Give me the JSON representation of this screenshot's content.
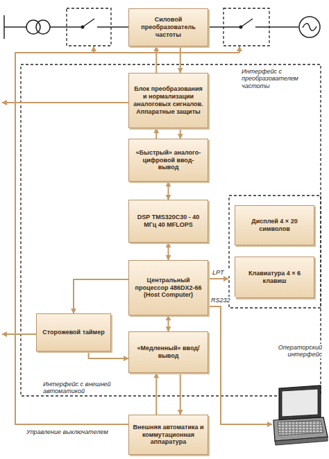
{
  "diagram": {
    "nodes": [
      {
        "text": [
          "Силовой преобразователь частоты"
        ]
      },
      {
        "text": [
          "Блок преобразования и нормализации аналоговых сигналов. Аппаратные защиты"
        ]
      },
      {
        "text": [
          "«Быстрый» аналого-цифровой ввод-вывод"
        ]
      },
      {
        "text": [
          "DSP TMS320C30 - 40 МГц 40 MFLOPS"
        ]
      },
      {
        "text": [
          "Дисплей 4 × 20 символов"
        ]
      },
      {
        "text": [
          "Клавиатура 4 × 6 клавиш"
        ]
      },
      {
        "text": [
          "Центральный процессор 486DX2-66 (Host Computer)"
        ]
      },
      {
        "text": [
          "Сторожевой таймер"
        ]
      },
      {
        "text": [
          "«Медленный» ввод/вывод"
        ]
      },
      {
        "text": [
          "Внешняя автоматика и коммутационная аппаратура"
        ]
      }
    ],
    "edges": [
      {
        "from": 1,
        "to": 0,
        "arrow": "to"
      },
      {
        "from": 0,
        "to": 1,
        "arrow": "to"
      },
      {
        "from": 2,
        "to": 1,
        "arrow": "to"
      },
      {
        "from": 1,
        "to": 2,
        "arrow": "to"
      },
      {
        "from": 2,
        "to": 3,
        "arrow": "both"
      },
      {
        "from": 3,
        "to": 6,
        "arrow": "both"
      },
      {
        "from": 6,
        "to": 8,
        "arrow": "both"
      },
      {
        "from": 9,
        "to": 8,
        "arrow": "to"
      },
      {
        "from": 8,
        "to": 9,
        "arrow": "to"
      },
      {
        "from": 6,
        "to": 7,
        "arrow": "to"
      },
      {
        "from": 7,
        "to": 8,
        "arrow": "to"
      }
    ],
    "labels": [
      "Интерфейс с преобразователем частоты",
      "LPT",
      "RS232",
      "Операторский интерфейс",
      "Интерфейс с внешней автоматикой",
      "Управление выключателем"
    ]
  }
}
